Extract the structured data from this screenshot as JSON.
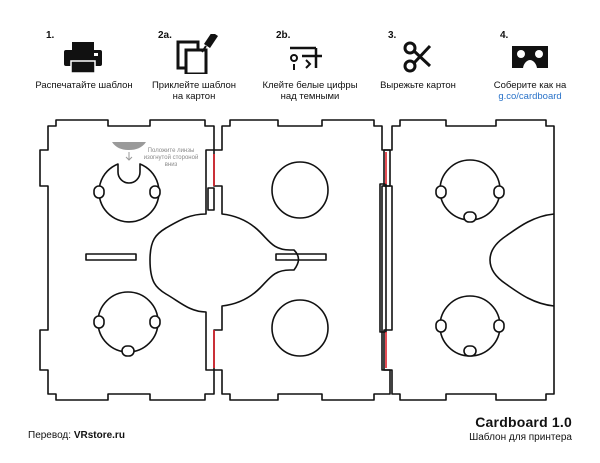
{
  "steps": [
    {
      "num": "1.",
      "icon": "printer-icon",
      "label": "Распечатайте шаблон"
    },
    {
      "num": "2a.",
      "icon": "glue-icon",
      "label_line1": "Приклейте шаблон",
      "label_line2": "на картон"
    },
    {
      "num": "2b.",
      "icon": "numbers-icon",
      "label_line1": "Клейте белые цифры",
      "label_line2": "над темными"
    },
    {
      "num": "3.",
      "icon": "scissors-icon",
      "label": "Вырежьте картон"
    },
    {
      "num": "4.",
      "icon": "cardboard-viewer-icon",
      "label_line1": "Соберите как на",
      "link": "g.co/cardboard"
    }
  ],
  "template": {
    "lens_hint_line1": "Положите линзы",
    "lens_hint_line2": "изогнутой стороной",
    "lens_hint_line3": "вниз",
    "cut_line_color": "#111111",
    "fold_line_color": "#e0202a"
  },
  "brand": {
    "title": "Cardboard 1.0",
    "subtitle": "Шаблон для принтера"
  },
  "credit": {
    "prefix": "Перевод: ",
    "site": "VRstore.ru"
  },
  "colors": {
    "link": "#2a73c9",
    "hint": "#8a8a8a"
  }
}
